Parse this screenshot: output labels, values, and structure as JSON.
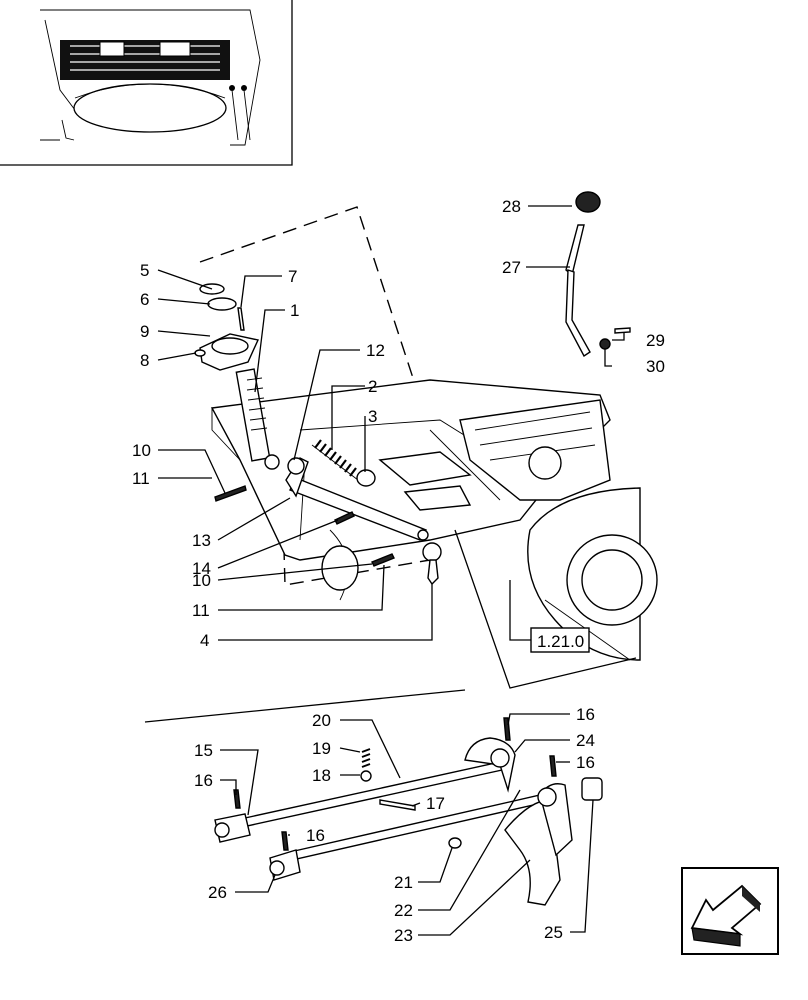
{
  "callouts": [
    "5",
    "6",
    "9",
    "8",
    "7",
    "1",
    "12",
    "2",
    "3",
    "10",
    "11",
    "13",
    "14",
    "10",
    "11",
    "4",
    "28",
    "27",
    "29",
    "30",
    "20",
    "19",
    "18",
    "17",
    "16",
    "24",
    "16",
    "15",
    "16",
    "16",
    "26",
    "21",
    "22",
    "23",
    "25"
  ],
  "reference": "1.21.0",
  "nav_icon": "arrow-down-left-icon"
}
